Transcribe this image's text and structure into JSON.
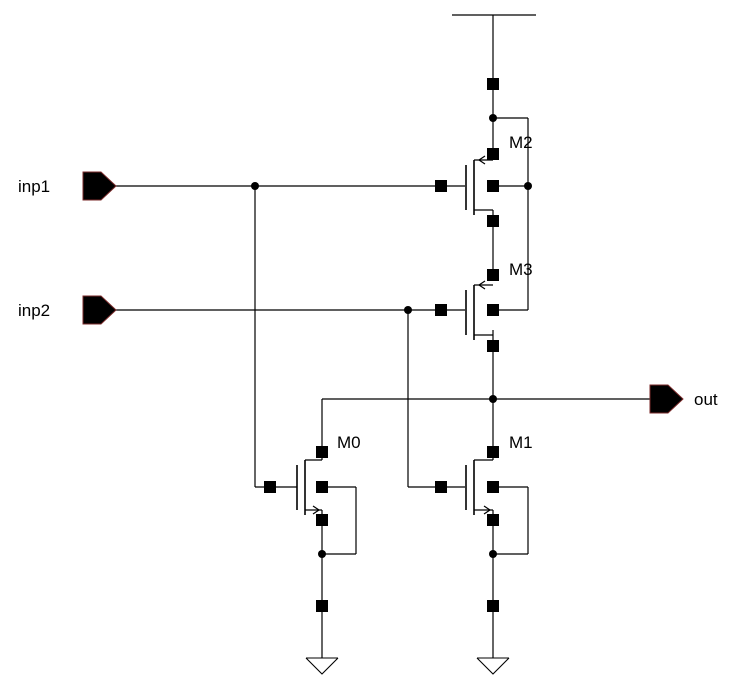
{
  "ports": {
    "inp1": "inp1",
    "inp2": "inp2",
    "out": "out"
  },
  "transistors": {
    "m0": "M0",
    "m1": "M1",
    "m2": "M2",
    "m3": "M3"
  }
}
